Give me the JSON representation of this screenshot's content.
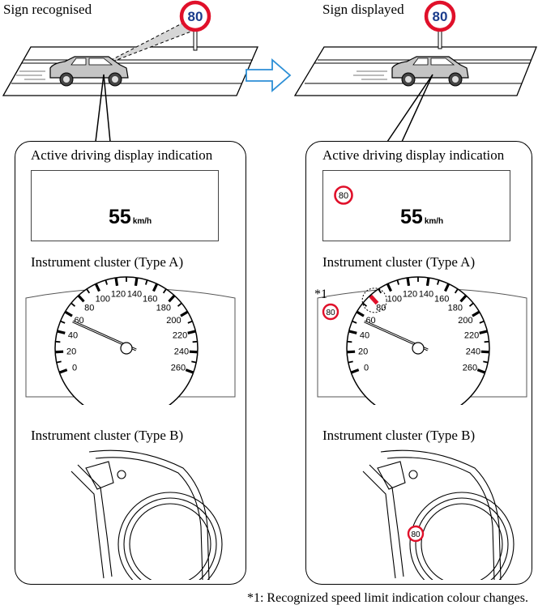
{
  "captions": {
    "left": "Sign recognised",
    "right": "Sign displayed"
  },
  "sign": {
    "value": "80",
    "ring_color": "#e0102a",
    "text_color": "#1a3c8c"
  },
  "arrow": {
    "color": "#2c8fd6"
  },
  "panels": {
    "ad_heading": "Active driving display indication",
    "ad_speed": "55",
    "ad_unit": "km/h",
    "type_a_heading": "Instrument cluster (Type A)",
    "type_b_heading": "Instrument cluster (Type B)",
    "marker": "*1"
  },
  "gauge": {
    "labels": [
      "0",
      "20",
      "40",
      "60",
      "80",
      "100",
      "120",
      "140",
      "160",
      "180",
      "200",
      "220",
      "240",
      "260"
    ],
    "needle_value": 55,
    "highlight_value": 80
  },
  "footnote": "*1: Recognized speed limit indication colour changes."
}
